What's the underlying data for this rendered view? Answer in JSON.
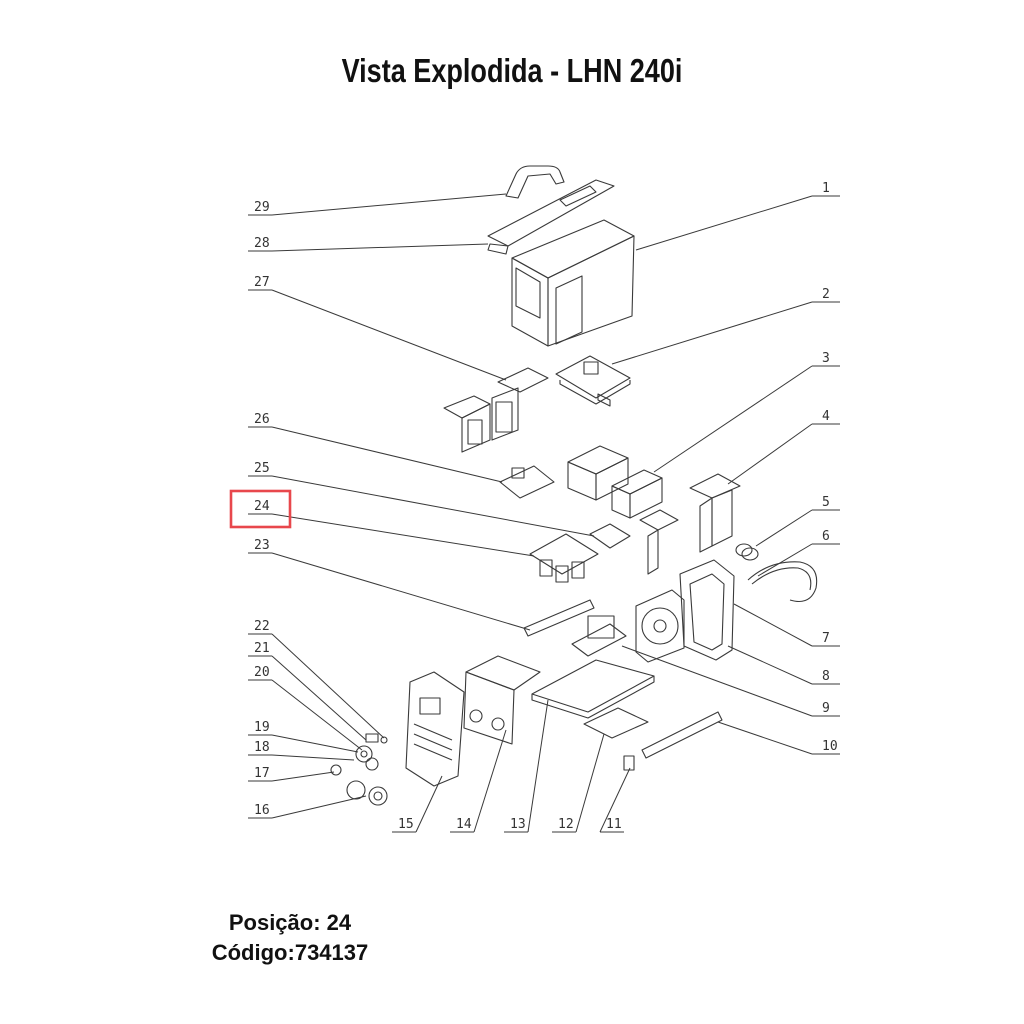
{
  "title": "Vista Explodida - LHN 240i",
  "callouts": [
    "1",
    "2",
    "3",
    "4",
    "5",
    "6",
    "7",
    "8",
    "9",
    "10",
    "11",
    "12",
    "13",
    "14",
    "15",
    "16",
    "17",
    "18",
    "19",
    "20",
    "21",
    "22",
    "23",
    "24",
    "25",
    "26",
    "27",
    "28",
    "29"
  ],
  "highlight": {
    "label": "24",
    "color": "#e8474c"
  },
  "footer": {
    "position_label": "Posição:",
    "position_value": "24",
    "code_label": "Código:",
    "code_value": "734137"
  },
  "colors": {
    "line": "#3a3a3a",
    "highlight": "#e8474c"
  }
}
